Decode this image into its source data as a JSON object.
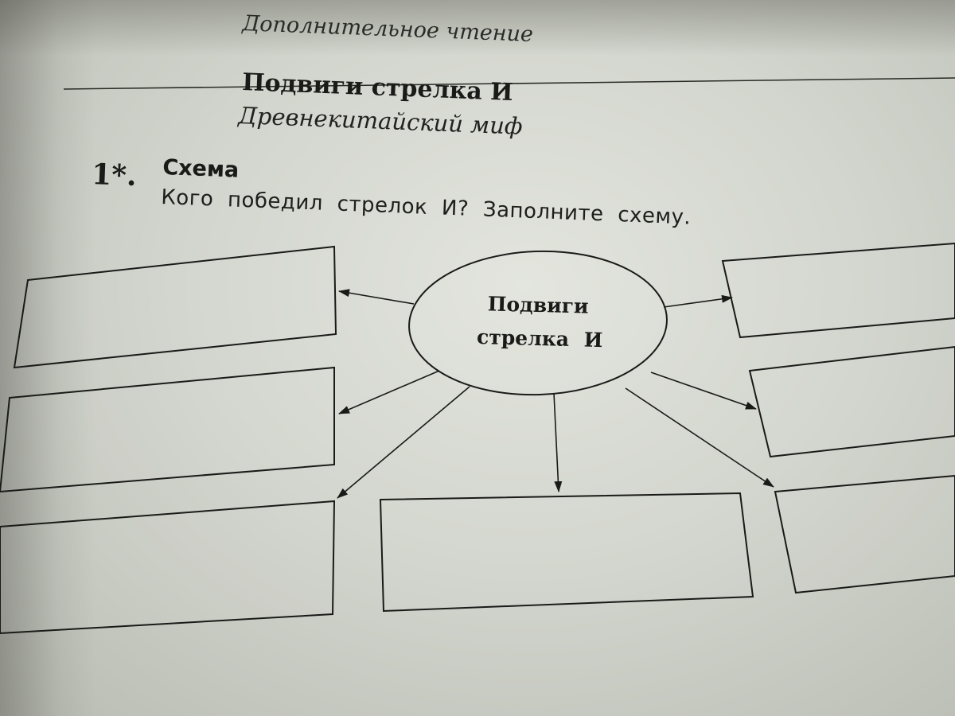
{
  "running_head": "Дополнительное чтение",
  "title": "Подвиги стрелка И",
  "subtitle": "Древнекитайский миф",
  "task": {
    "number": "1*.",
    "title": "Схема",
    "text": "Кого победил стрелок И? Заполните схему."
  },
  "diagram": {
    "center_line1": "Подвиги",
    "center_line2": "стрелка И",
    "answer_boxes": [
      "",
      "",
      "",
      "",
      "",
      ""
    ]
  }
}
